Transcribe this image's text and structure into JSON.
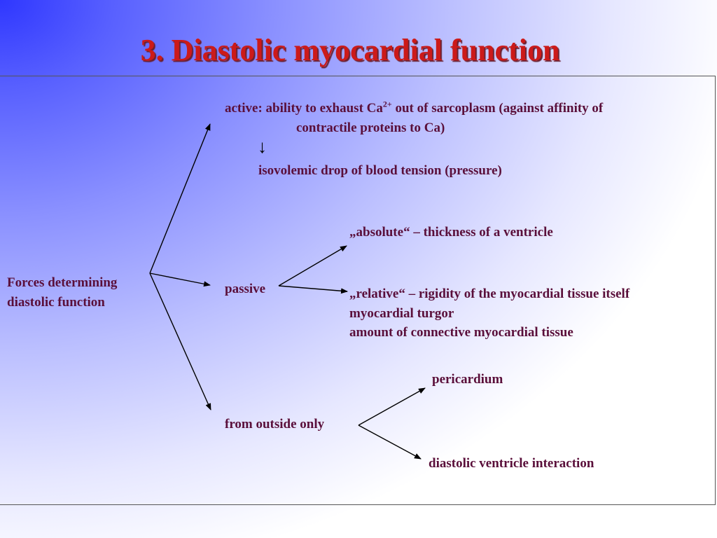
{
  "title": "3. Diastolic myocardial function",
  "root": {
    "line1": "Forces determining",
    "line2": "diastolic function"
  },
  "active": {
    "prefix": "active: ability to exhaust Ca",
    "superscript": "2+",
    "suffix": " out of sarcoplasm (against affinity of",
    "line2": "contractile proteins to Ca)",
    "down_arrow": "↓",
    "result": "isovolemic drop of blood tension (pressure)"
  },
  "passive": {
    "label": "passive",
    "absolute": "„absolute“ – thickness of a ventricle",
    "relative": "„relative“ – rigidity of the myocardial tissue itself",
    "turgor": "myocardial turgor",
    "connective": "amount of connective myocardial tissue"
  },
  "outside": {
    "label": "from outside only",
    "pericardium": "pericardium",
    "interaction": "diastolic ventricle interaction"
  },
  "colors": {
    "title": "#cc1a1a",
    "text": "#5a0f3a",
    "arrow": "#000000"
  }
}
